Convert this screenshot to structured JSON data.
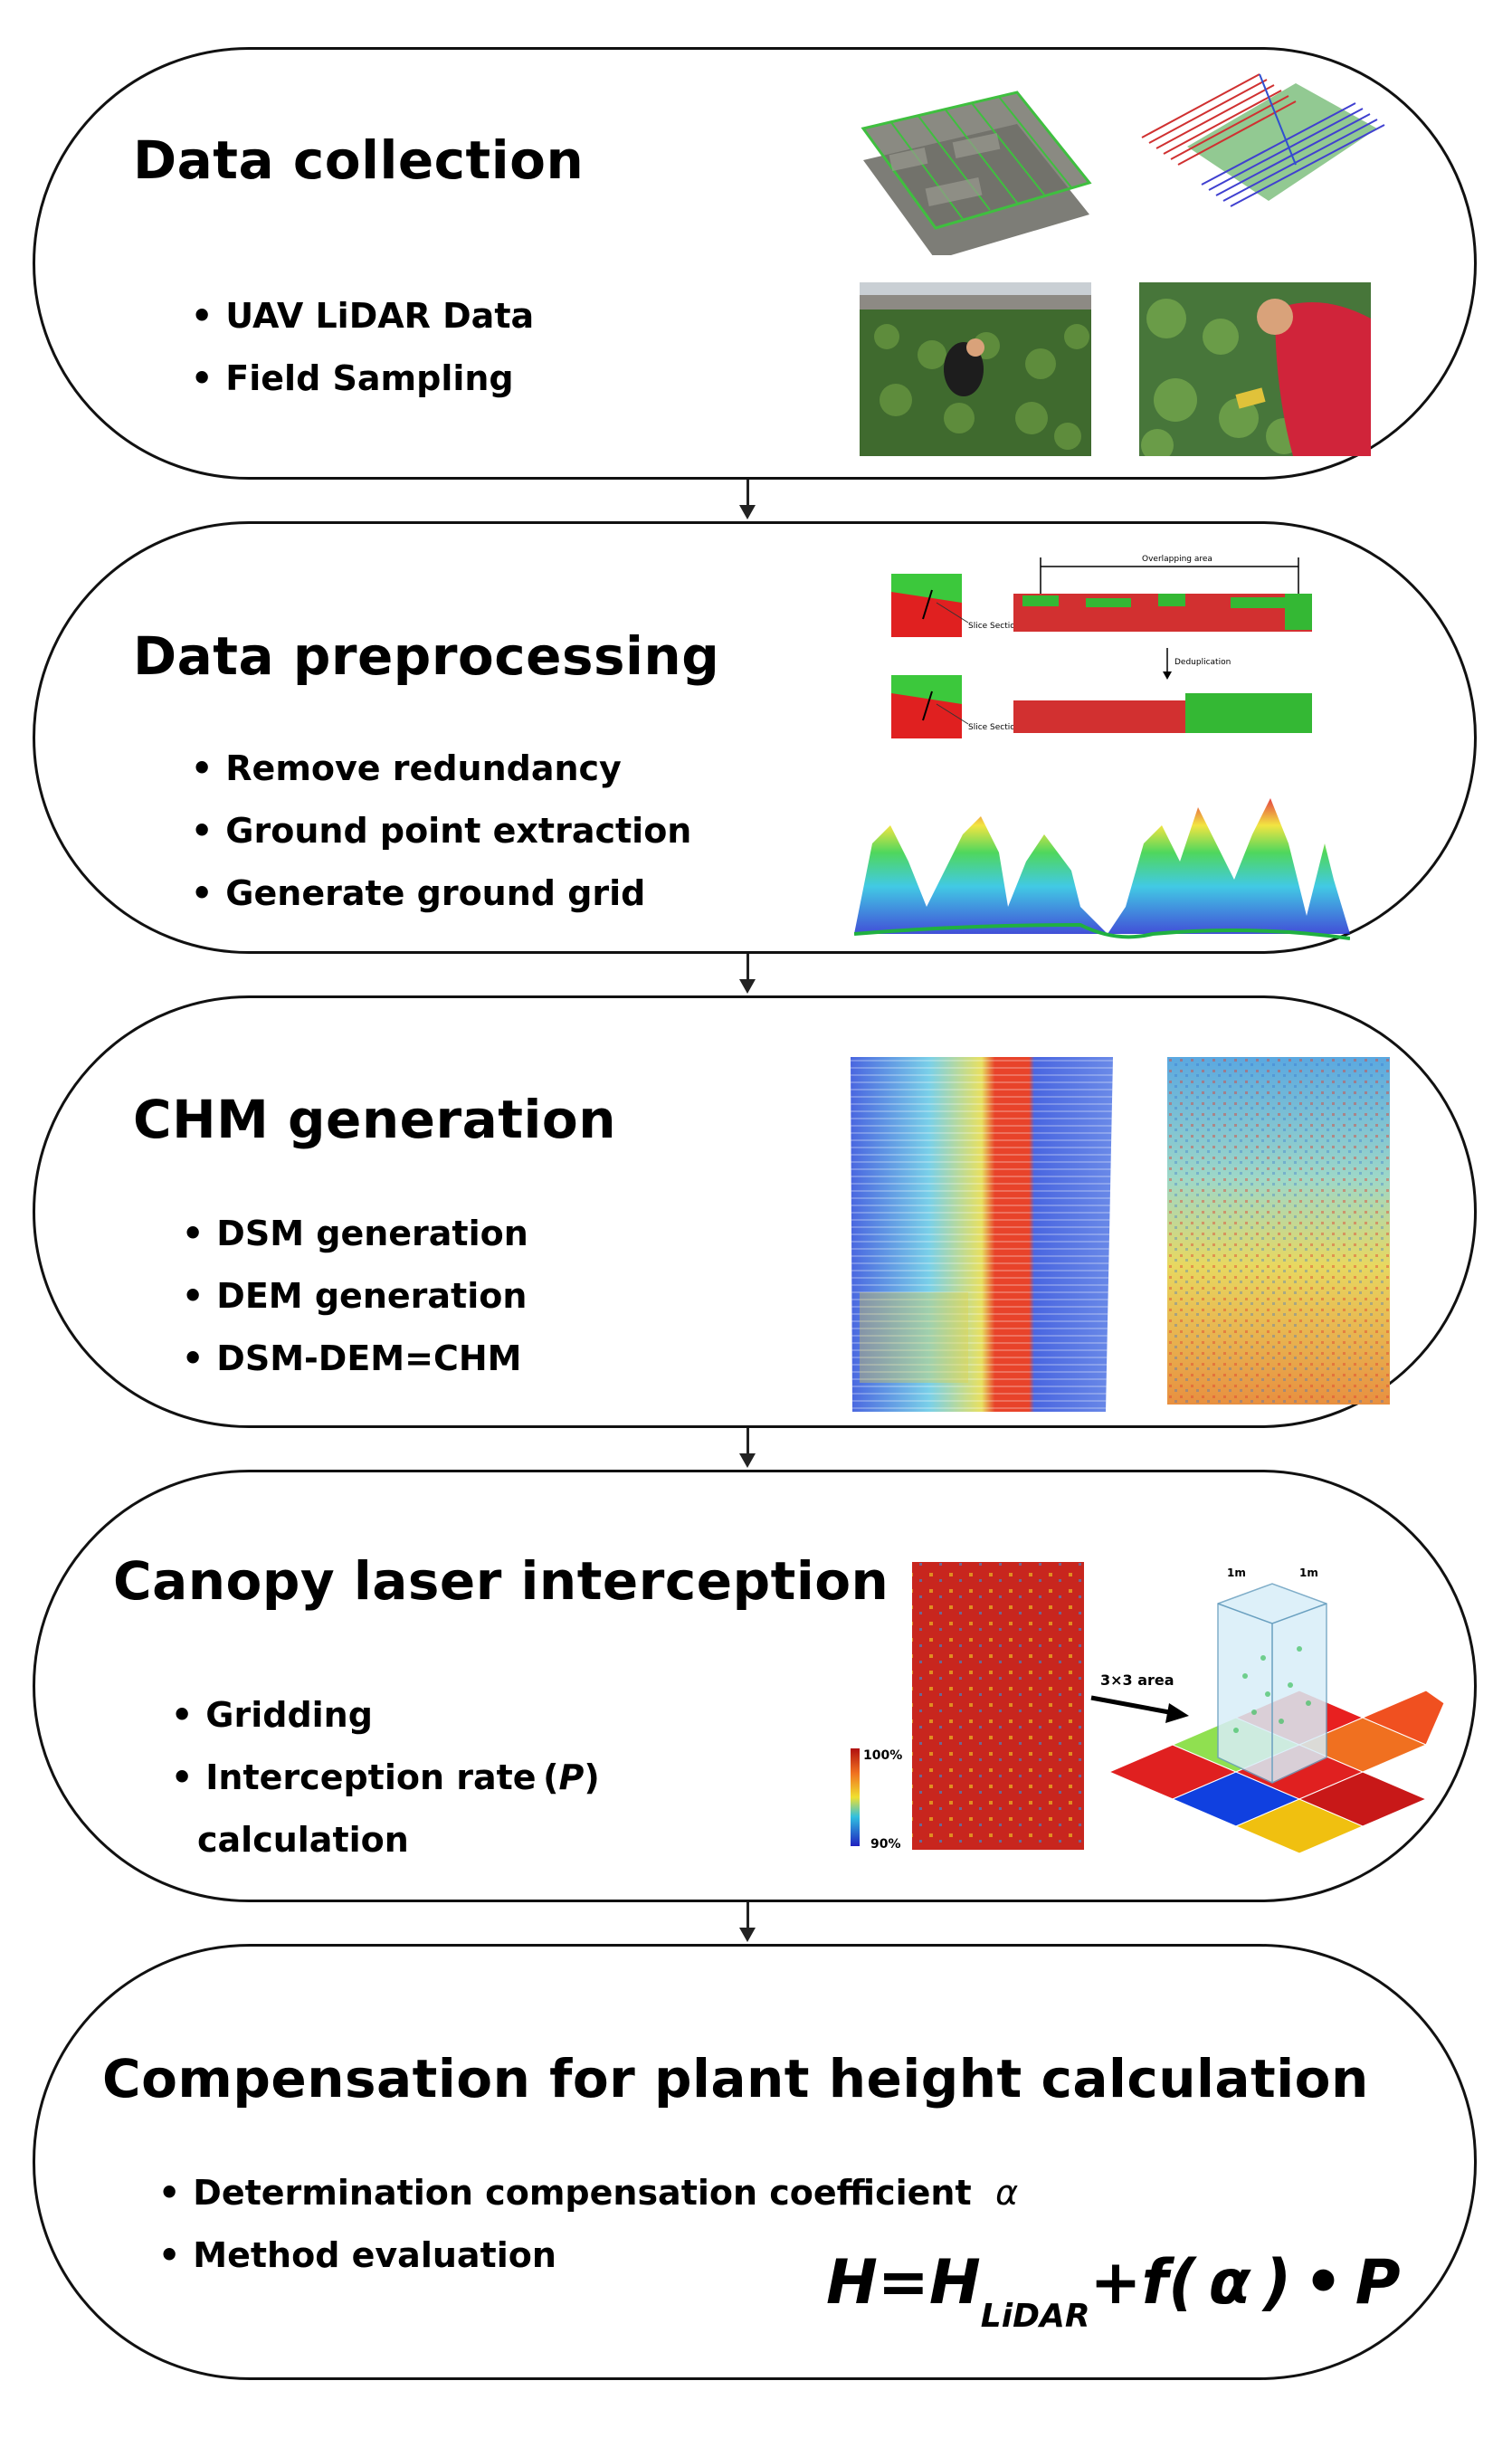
{
  "stages": [
    {
      "title": "Data collection",
      "bullets": [
        "UAV LiDAR Data",
        "Field Sampling"
      ]
    },
    {
      "title": "Data preprocessing",
      "bullets": [
        "Remove redundancy",
        "Ground point extraction",
        "Generate ground grid"
      ],
      "figure_labels": {
        "overlap": "Overlapping area",
        "dedup": "Deduplication",
        "slice1": "Slice Section",
        "slice2": "Slice Section"
      }
    },
    {
      "title": "CHM generation",
      "bullets": [
        "DSM generation",
        "DEM generation",
        "DSM-DEM=CHM"
      ]
    },
    {
      "title": "Canopy laser interception",
      "bullets_line1": "Gridding",
      "bullets_line2_pre": "Interception rate (",
      "bullets_line2_var": "P",
      "bullets_line2_post": ")",
      "bullets_line3": "calculation",
      "figure_labels": {
        "area": "3×3 area",
        "dim1": "1m",
        "dim2": "1m",
        "scale_top": "100%",
        "scale_bottom": "90%"
      }
    },
    {
      "title": "Compensation for plant height calculation",
      "bullet1_text": "Determination compensation coefficient",
      "bullet1_symbol": "α",
      "bullet2": "Method evaluation",
      "formula": {
        "H": "H=H",
        "sub": "LiDAR",
        "rest": "+f( α ) • P"
      }
    }
  ],
  "colors": {
    "border": "#111111",
    "arrow": "#222222",
    "chm_cool": "#3a5bd9",
    "chm_warm": "#e8412a",
    "interception_red": "#c8261e"
  },
  "icons": [
    "arrow-down-icon"
  ]
}
